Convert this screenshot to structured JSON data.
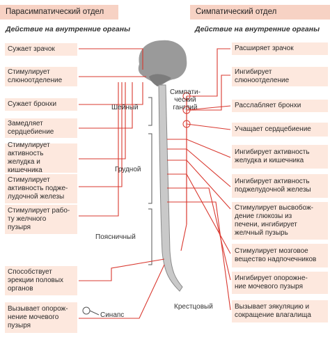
{
  "parasympathetic": {
    "header": "Парасимпатический отдел",
    "subheader": "Действие на внутренние органы",
    "items": [
      "Сужает зрачок",
      "Стимулирует\nслюноотделение",
      "Сужает бронхи",
      "Замедляет\nсердцебиение",
      "Стимулирует\nактивность\nжелудка и кишечника",
      "Стимулирует\nактивность поджe-\nлудочной железы",
      "Стимулирует рабо-\nту желчного\nпузыря",
      "Способствует\nэрекции половых\nорганов",
      "Вызывает опорож-\nнение мочевого\nпузыря"
    ]
  },
  "sympathetic": {
    "header": "Симпатический отдел",
    "subheader": "Действие на внутренние органы",
    "items": [
      "Расширяет зрачок",
      "Ингибирует\nслюноотделение",
      "Расслабляет бронхи",
      "Учащает сердцебиение",
      "Ингибирует активность\nжелудка и кишечника",
      "Ингибирует активность\nподжелудочной железы",
      "Стимулирует высвобож-\nдение глюкозы из\nпечени, ингибирует\nжелчный пузырь",
      "Стимулирует мозговое\nвещество надпочечников",
      "Ингибирует опорожне-\nние мочевого пузыря",
      "Вызывает эякуляцию и\nсокращение влагалища"
    ]
  },
  "labels": {
    "cervical": "Шейный",
    "thoracic": "Грудной",
    "lumbar": "Поясничный",
    "sacral": "Крестцовый",
    "ganglia": "Симпати-\nческий\nганглий",
    "synapse": "Синапс"
  },
  "colors": {
    "accent": "#d9382f",
    "box": "#fde8de",
    "header": "#f7d2c4",
    "spine": "#c9c9c9"
  }
}
